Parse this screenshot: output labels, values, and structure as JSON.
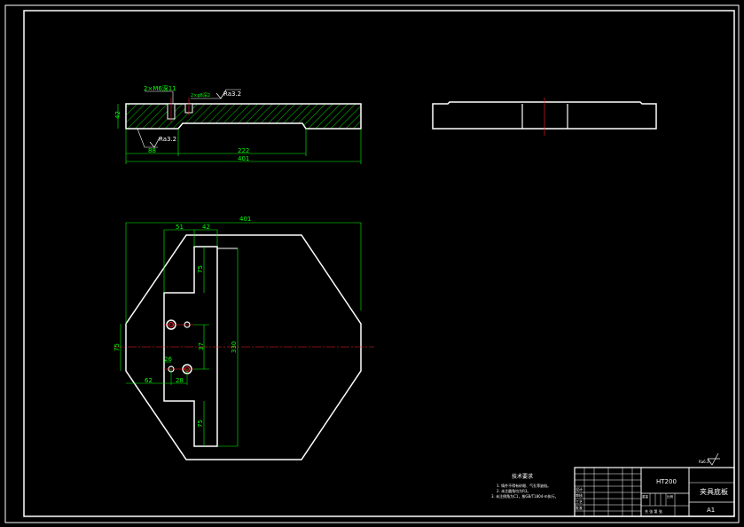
{
  "drawing": {
    "hole_callout": "2×M6深11",
    "small_note": "2×φ8深2",
    "roughness_top": "Ra3.2",
    "roughness_bottom": "Ra3.2",
    "dims_front": {
      "height": "42",
      "left_offset": "88",
      "inner_width": "222",
      "total_width": "401"
    },
    "dims_top": {
      "total_width": "401",
      "w51": "51",
      "w42": "42",
      "h75_top": "75",
      "h75_left": "75",
      "h37": "37",
      "h330": "330",
      "w62": "62",
      "w26": "26",
      "w28": "28",
      "h75_bottom": "75"
    }
  },
  "tech_requirements": {
    "title": "技术要求",
    "items": [
      "1. 铸件不得有砂眼、气孔等缺陷。",
      "2. 未注圆角均为R3。",
      "3. 未注倒角为C1，按GB/T1804-m执行。"
    ]
  },
  "title_block": {
    "material": "HT200",
    "part_name": "夹具底板",
    "sheet_size": "A1",
    "roughness_symbol": "Ra6.3",
    "labels": {
      "designer": "设计",
      "checker": "审核",
      "craft": "工艺",
      "approve": "批准",
      "scale_label": "比例",
      "sheet_label": "共 张 第 张",
      "weight_label": "重量"
    }
  }
}
